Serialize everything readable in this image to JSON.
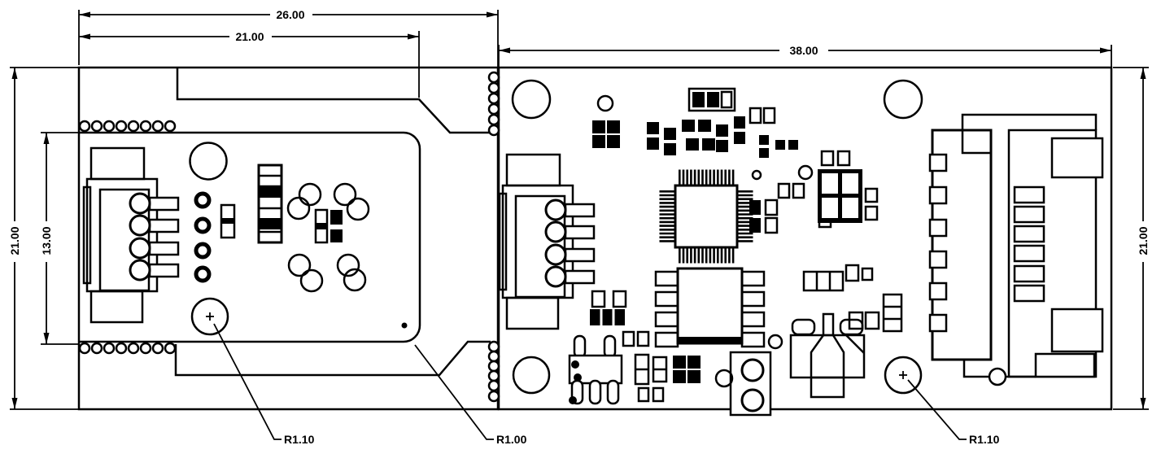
{
  "colors": {
    "background": "#ffffff",
    "line": "#000000"
  },
  "dims": {
    "top_outer": "26.00",
    "top_inner": "21.00",
    "top_right": "38.00",
    "left_outer": "21.00",
    "left_inner": "13.00",
    "right_side": "21.00"
  },
  "radius": {
    "left": "R1.10",
    "middle": "R1.00",
    "right": "R1.10"
  }
}
